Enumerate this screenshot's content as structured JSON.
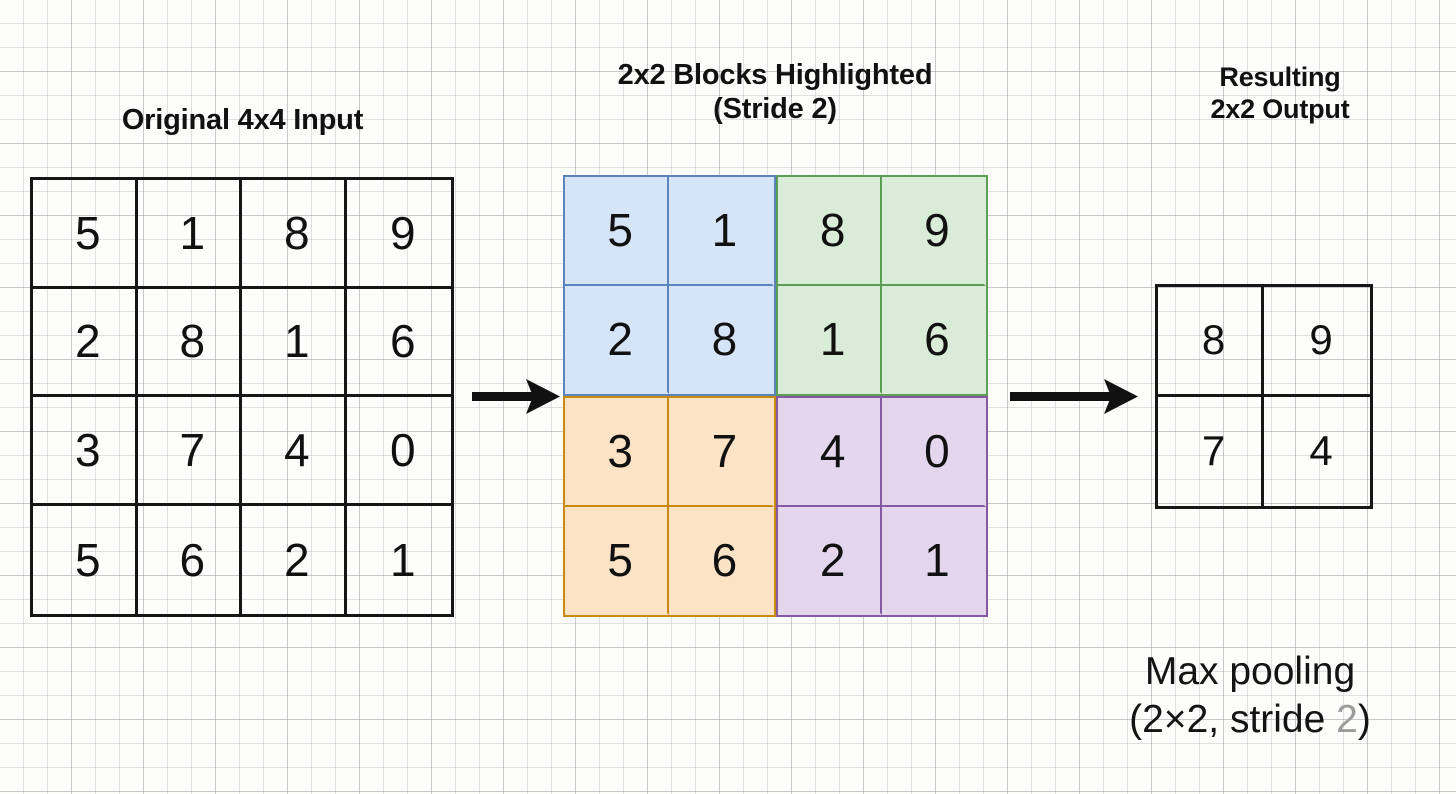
{
  "titles": {
    "input": "Original 4x4 Input",
    "blocks": "2x2 Blocks Highlighted\n(Stride 2)",
    "output": "Resulting\n2x2 Output"
  },
  "caption": {
    "line1": "Max pooling",
    "line2_prefix": "(2×2, stride ",
    "line2_dim": "2",
    "line2_suffix": ")"
  },
  "colors": {
    "background": "#fdfdfc",
    "grid_line": "#161616",
    "text": "#111111",
    "blue_fill": "#d6e4f7",
    "blue_border": "#5b84bb",
    "green_fill": "#d8ecd7",
    "green_border": "#5c9e53",
    "orange_fill": "#fce3c6",
    "orange_border": "#c98a10",
    "purple_fill": "#e4d6ec",
    "purple_border": "#8558a0",
    "caption_dim": "#9b9b9b"
  },
  "chart_data": {
    "type": "table",
    "title": "Max pooling (2×2, stride 2) on a 4x4 input",
    "input_matrix": [
      [
        5,
        1,
        8,
        9
      ],
      [
        2,
        8,
        1,
        6
      ],
      [
        3,
        7,
        4,
        0
      ],
      [
        5,
        6,
        2,
        1
      ]
    ],
    "output_matrix": [
      [
        8,
        9
      ],
      [
        7,
        4
      ]
    ],
    "pool_size": 2,
    "stride": 2,
    "blocks": [
      {
        "name": "top-left",
        "color": "blue",
        "values": [
          5,
          1,
          2,
          8
        ],
        "max": 8
      },
      {
        "name": "top-right",
        "color": "green",
        "values": [
          8,
          9,
          1,
          6
        ],
        "max": 9
      },
      {
        "name": "bottom-left",
        "color": "orange",
        "values": [
          3,
          7,
          5,
          6
        ],
        "max": 7
      },
      {
        "name": "bottom-right",
        "color": "purple",
        "values": [
          4,
          0,
          2,
          1
        ],
        "max": 4
      }
    ]
  },
  "input_grid": {
    "cells": [
      "5",
      "1",
      "8",
      "9",
      "2",
      "8",
      "1",
      "6",
      "3",
      "7",
      "4",
      "0",
      "5",
      "6",
      "2",
      "1"
    ]
  },
  "blocks_grid": {
    "block_tl": {
      "color": "blue",
      "cells": [
        "5",
        "1",
        "2",
        "8"
      ]
    },
    "block_tr": {
      "color": "green",
      "cells": [
        "8",
        "9",
        "1",
        "6"
      ]
    },
    "block_bl": {
      "color": "orange",
      "cells": [
        "3",
        "7",
        "5",
        "6"
      ]
    },
    "block_br": {
      "color": "purple",
      "cells": [
        "4",
        "0",
        "2",
        "1"
      ]
    }
  },
  "output_grid": {
    "cells": [
      "8",
      "9",
      "7",
      "4"
    ]
  },
  "icons": {
    "arrow_1": "arrow-right-icon",
    "arrow_2": "arrow-right-icon"
  }
}
